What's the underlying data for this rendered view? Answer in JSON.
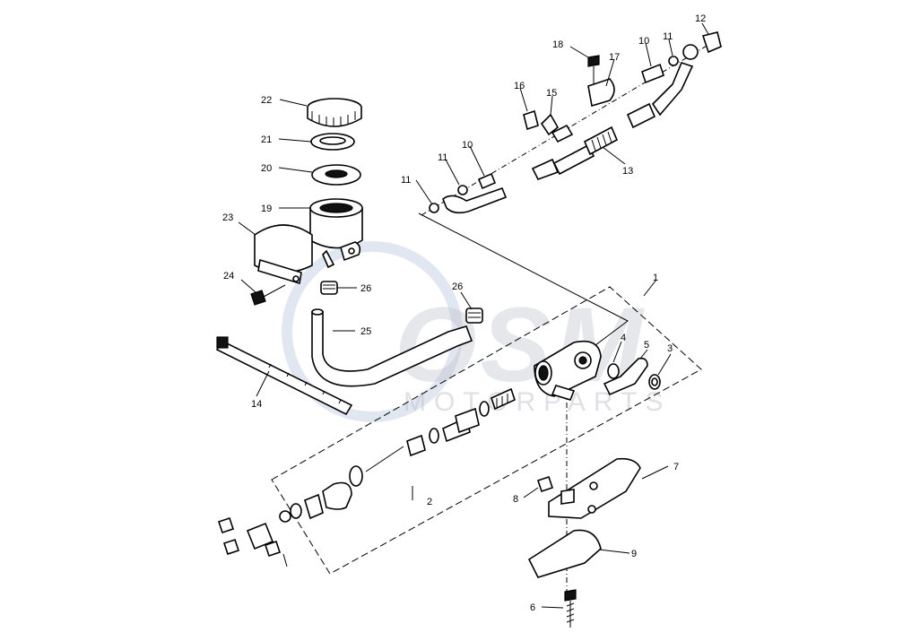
{
  "watermark": {
    "brand_text": "OSM",
    "sub_text": "MOTORPARTS",
    "color": "#b8bcc6",
    "ring_color": "#c9d4e6"
  },
  "callouts": [
    {
      "id": "1",
      "label": "1"
    },
    {
      "id": "2",
      "label": "2"
    },
    {
      "id": "3",
      "label": "3"
    },
    {
      "id": "4",
      "label": "4"
    },
    {
      "id": "5",
      "label": "5"
    },
    {
      "id": "6",
      "label": "6"
    },
    {
      "id": "7",
      "label": "7"
    },
    {
      "id": "8",
      "label": "8"
    },
    {
      "id": "9",
      "label": "9"
    },
    {
      "id": "10a",
      "label": "10"
    },
    {
      "id": "10b",
      "label": "10"
    },
    {
      "id": "11a",
      "label": "11"
    },
    {
      "id": "11b",
      "label": "11"
    },
    {
      "id": "11c",
      "label": "11"
    },
    {
      "id": "12",
      "label": "12"
    },
    {
      "id": "13",
      "label": "13"
    },
    {
      "id": "14",
      "label": "14"
    },
    {
      "id": "15",
      "label": "15"
    },
    {
      "id": "16",
      "label": "16"
    },
    {
      "id": "17",
      "label": "17"
    },
    {
      "id": "18",
      "label": "18"
    },
    {
      "id": "19",
      "label": "19"
    },
    {
      "id": "20",
      "label": "20"
    },
    {
      "id": "21",
      "label": "21"
    },
    {
      "id": "22",
      "label": "22"
    },
    {
      "id": "23",
      "label": "23"
    },
    {
      "id": "24",
      "label": "24"
    },
    {
      "id": "25",
      "label": "25"
    },
    {
      "id": "26a",
      "label": "26"
    },
    {
      "id": "26b",
      "label": "26"
    }
  ]
}
